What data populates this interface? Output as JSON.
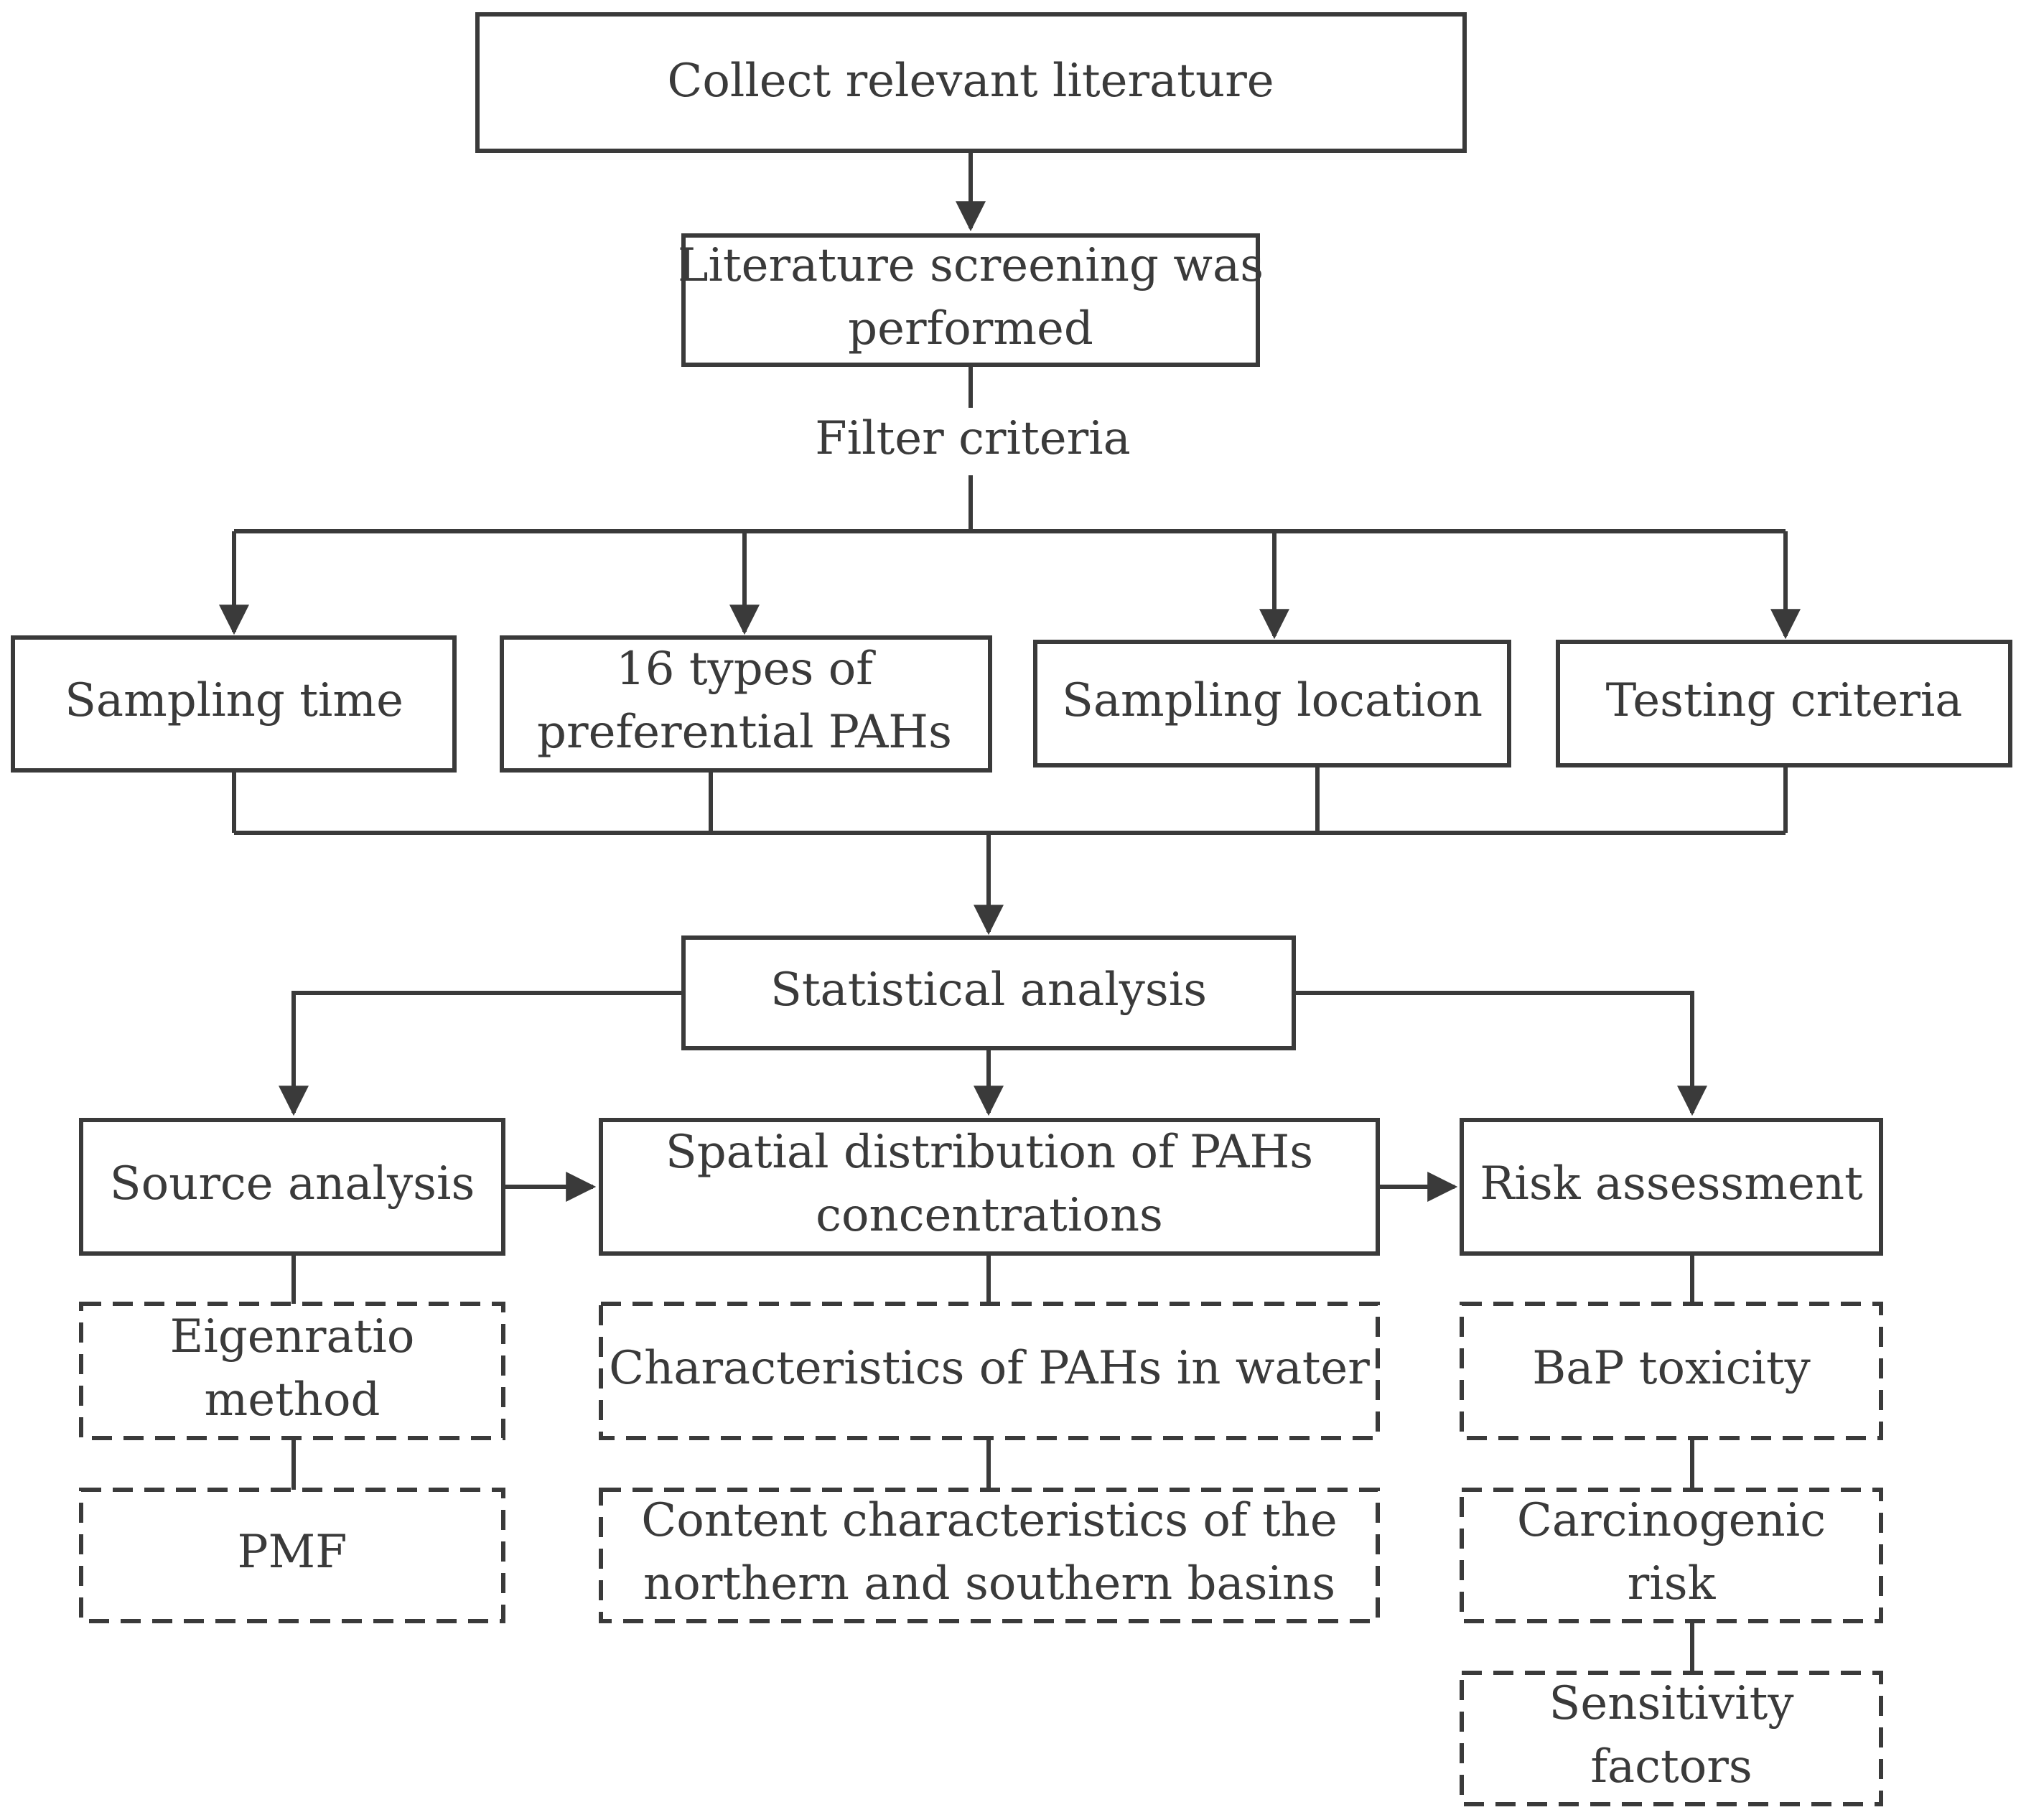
{
  "nodes": {
    "collect": {
      "lines": [
        "Collect relevant literature"
      ]
    },
    "screening": {
      "lines": [
        "Literature screening was",
        "performed"
      ]
    },
    "filter_label": {
      "lines": [
        "Filter criteria"
      ]
    },
    "sampling_time": {
      "lines": [
        "Sampling time"
      ]
    },
    "pahs_16": {
      "lines": [
        "16 types of",
        "preferential PAHs"
      ]
    },
    "sampling_location": {
      "lines": [
        "Sampling location"
      ]
    },
    "testing_criteria": {
      "lines": [
        "Testing criteria"
      ]
    },
    "statistical": {
      "lines": [
        "Statistical analysis"
      ]
    },
    "source": {
      "lines": [
        "Source analysis"
      ]
    },
    "spatial": {
      "lines": [
        "Spatial distribution of PAHs",
        "concentrations"
      ]
    },
    "risk": {
      "lines": [
        "Risk assessment"
      ]
    },
    "eigenratio": {
      "lines": [
        "Eigenratio",
        "method"
      ]
    },
    "pmf": {
      "lines": [
        "PMF"
      ]
    },
    "characteristics": {
      "lines": [
        "Characteristics of PAHs in water"
      ]
    },
    "content": {
      "lines": [
        "Content characteristics of the",
        "northern and southern basins"
      ]
    },
    "bap": {
      "lines": [
        "BaP toxicity"
      ]
    },
    "carcinogenic": {
      "lines": [
        "Carcinogenic",
        "risk"
      ]
    },
    "sensitivity": {
      "lines": [
        "Sensitivity",
        "factors"
      ]
    }
  },
  "colors": {
    "stroke": "#3a3a3a",
    "text": "#3a3a3a",
    "background": "#ffffff"
  }
}
